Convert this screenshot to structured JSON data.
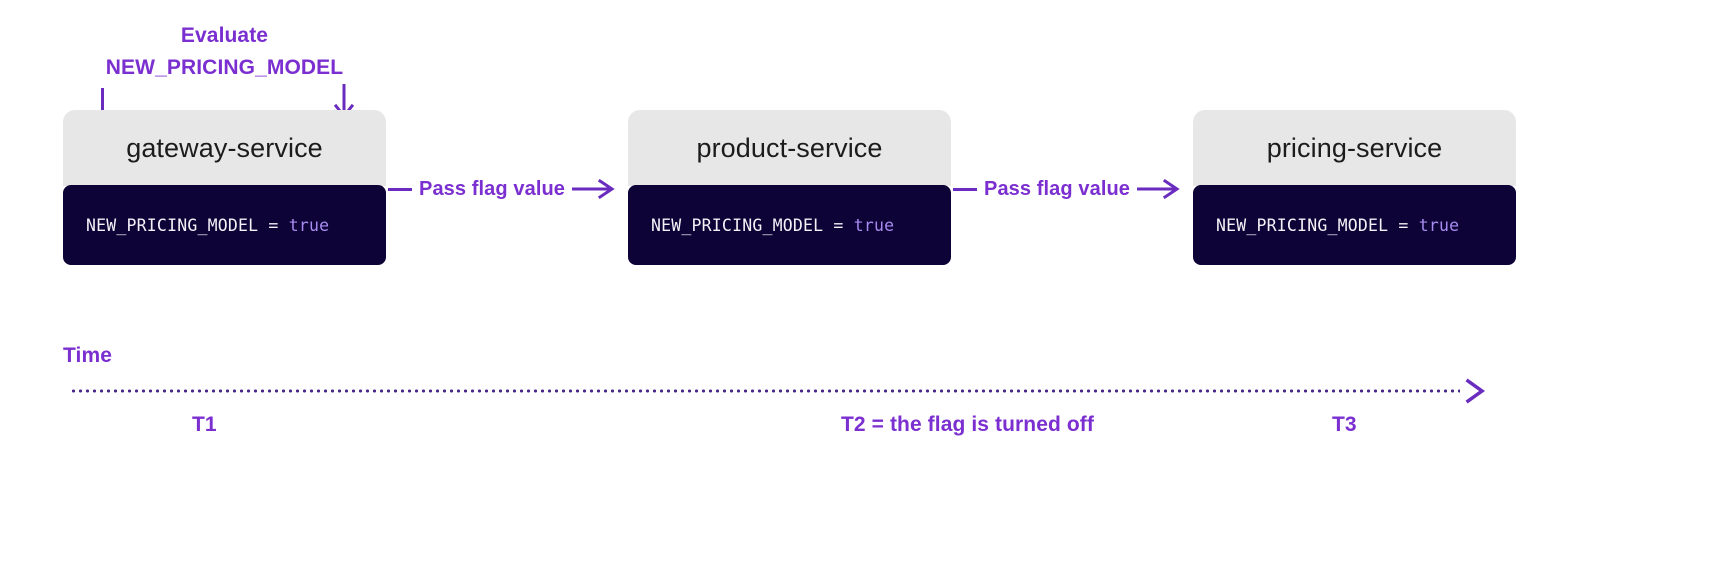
{
  "diagram": {
    "title": "feature flag propagation across services over time",
    "accent_color": "#7b2fd0",
    "line_color": "#6a2bbf",
    "card_header_bg": "#e7e7e7",
    "code_bg": "#0d0336",
    "code_value_color": "#a88bf0"
  },
  "annotation": {
    "line1": "Evaluate",
    "line2": "NEW_PRICING_MODEL"
  },
  "services": [
    {
      "name": "gateway-service",
      "code_key": "NEW_PRICING_MODEL = ",
      "code_value": "true"
    },
    {
      "name": "product-service",
      "code_key": "NEW_PRICING_MODEL = ",
      "code_value": "true"
    },
    {
      "name": "pricing-service",
      "code_key": "NEW_PRICING_MODEL = ",
      "code_value": "true"
    }
  ],
  "connectors": [
    {
      "label": "Pass flag value"
    },
    {
      "label": "Pass flag value"
    }
  ],
  "timeline": {
    "label": "Time",
    "ticks": [
      {
        "id": "T1",
        "label": "T1"
      },
      {
        "id": "T2",
        "label": "T2 = the flag is turned off"
      },
      {
        "id": "T3",
        "label": "T3"
      }
    ]
  }
}
